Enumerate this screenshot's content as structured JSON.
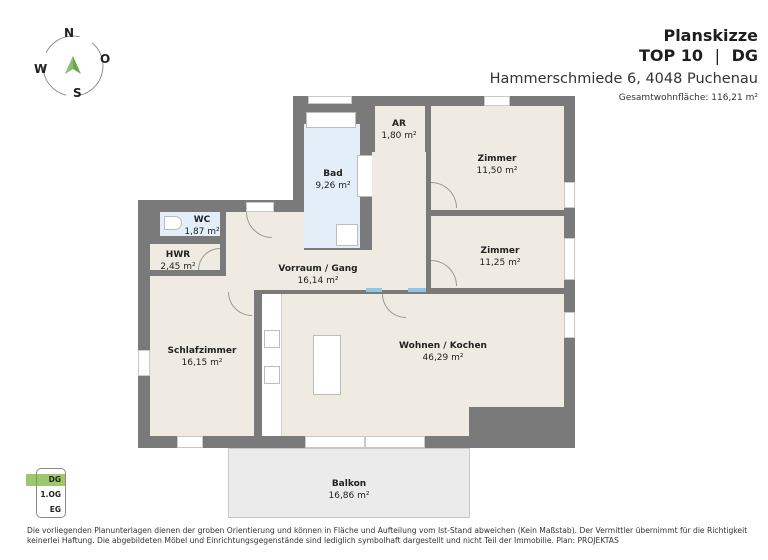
{
  "header": {
    "title": "Planskizze",
    "unit": "TOP 10",
    "separator": "|",
    "floor": "DG",
    "address": "Hammerschmiede 6, 4048 Puchenau",
    "total_area_label": "Gesamtwohnfläche: 116,21 m²"
  },
  "compass": {
    "north": "N",
    "east": "O",
    "south": "S",
    "west": "W",
    "arrow_color": "#6aa84f"
  },
  "rooms": [
    {
      "name": "Bad",
      "area": "9,26 m²"
    },
    {
      "name": "AR",
      "area": "1,80 m²"
    },
    {
      "name": "Zimmer",
      "area": "11,50 m²"
    },
    {
      "name": "WC",
      "area": "1,87 m²"
    },
    {
      "name": "HWR",
      "area": "2,45 m²"
    },
    {
      "name": "Vorraum / Gang",
      "area": "16,14 m²"
    },
    {
      "name": "Zimmer",
      "area": "11,25 m²"
    },
    {
      "name": "Schlafzimmer",
      "area": "16,15 m²"
    },
    {
      "name": "Wohnen / Kochen",
      "area": "46,29 m²"
    },
    {
      "name": "Balkon",
      "area": "16,86 m²"
    }
  ],
  "floor_selector": {
    "items": [
      "DG",
      "1.OG",
      "EG"
    ],
    "active": "DG",
    "active_color": "#9cc86c"
  },
  "colors": {
    "wall": "#7a7a7a",
    "room": "#efebe3",
    "wet_room": "#e3eef8",
    "balcony": "#ebebeb",
    "glass": "#8ec6e6"
  },
  "disclaimer": {
    "line1": "Die vorliegenden Planunterlagen dienen der groben Orientierung und können in Fläche und Aufteilung vom Ist-Stand abweichen (Kein Maßstab). Der Vermittler übernimmt für die Richtigkeit",
    "line2": "keinerlei Haftung. Die abgebildeten Möbel und Einrichtungsgegenstände sind lediglich symbolhaft dargestellt und nicht Teil der Immobilie. Plan: PROJEKTAS"
  }
}
